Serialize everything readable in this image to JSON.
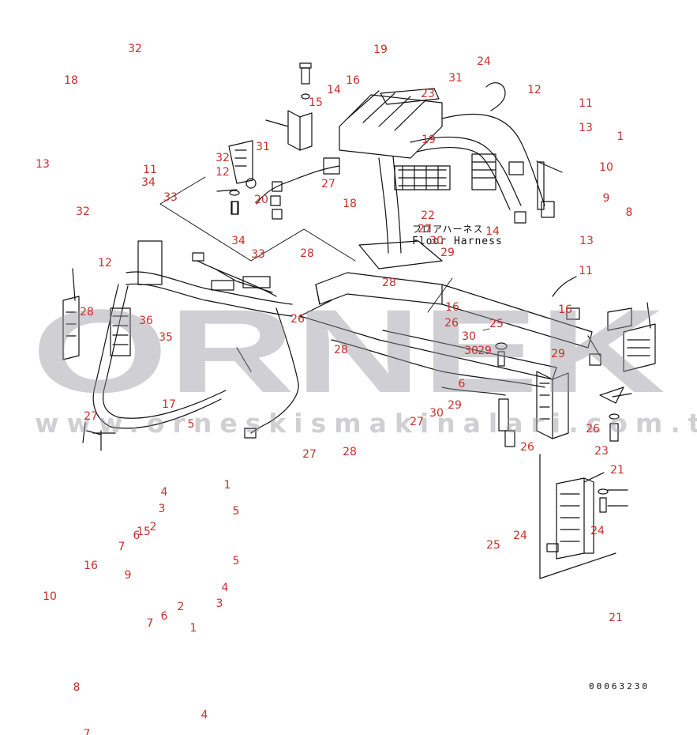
{
  "diagram": {
    "floor_harness_label_jp": "フロアハーネス",
    "floor_harness_label_en": "Floor Harness",
    "drawing_number": "00063230",
    "watermark_brand": "ORNEK",
    "watermark_url": "www.orneskismakinalari.com.tr",
    "callout_color": "#c8302b"
  },
  "callouts": [
    "32",
    "19",
    "24",
    "18",
    "31",
    "12",
    "16",
    "14",
    "15",
    "23",
    "11",
    "13",
    "1",
    "13",
    "32",
    "31",
    "11",
    "34",
    "12",
    "33",
    "20",
    "27",
    "18",
    "10",
    "19",
    "9",
    "8",
    "22",
    "14",
    "27",
    "30",
    "32",
    "13",
    "34",
    "33",
    "28",
    "29",
    "12",
    "11",
    "28",
    "28",
    "26",
    "16",
    "26",
    "25",
    "30",
    "29",
    "36",
    "35",
    "28",
    "16",
    "30",
    "29",
    "27",
    "17",
    "5",
    "6",
    "27",
    "29",
    "30",
    "26",
    "23",
    "26",
    "27",
    "28",
    "4",
    "1",
    "3",
    "5",
    "21",
    "6",
    "15",
    "2",
    "7",
    "24",
    "24",
    "25",
    "16",
    "5",
    "9",
    "4",
    "10",
    "2",
    "3",
    "7",
    "6",
    "1",
    "21",
    "8",
    "4",
    "7"
  ]
}
